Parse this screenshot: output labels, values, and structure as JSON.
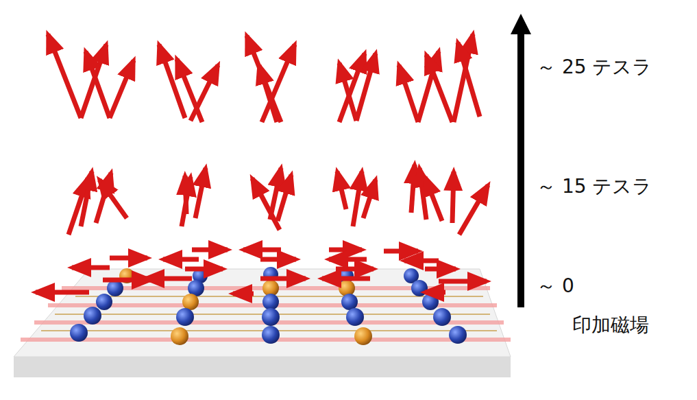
{
  "diagram": {
    "labels": [
      "～ 25 テスラ",
      "～ 15 テスラ",
      "～ 0",
      "印加磁場"
    ]
  }
}
